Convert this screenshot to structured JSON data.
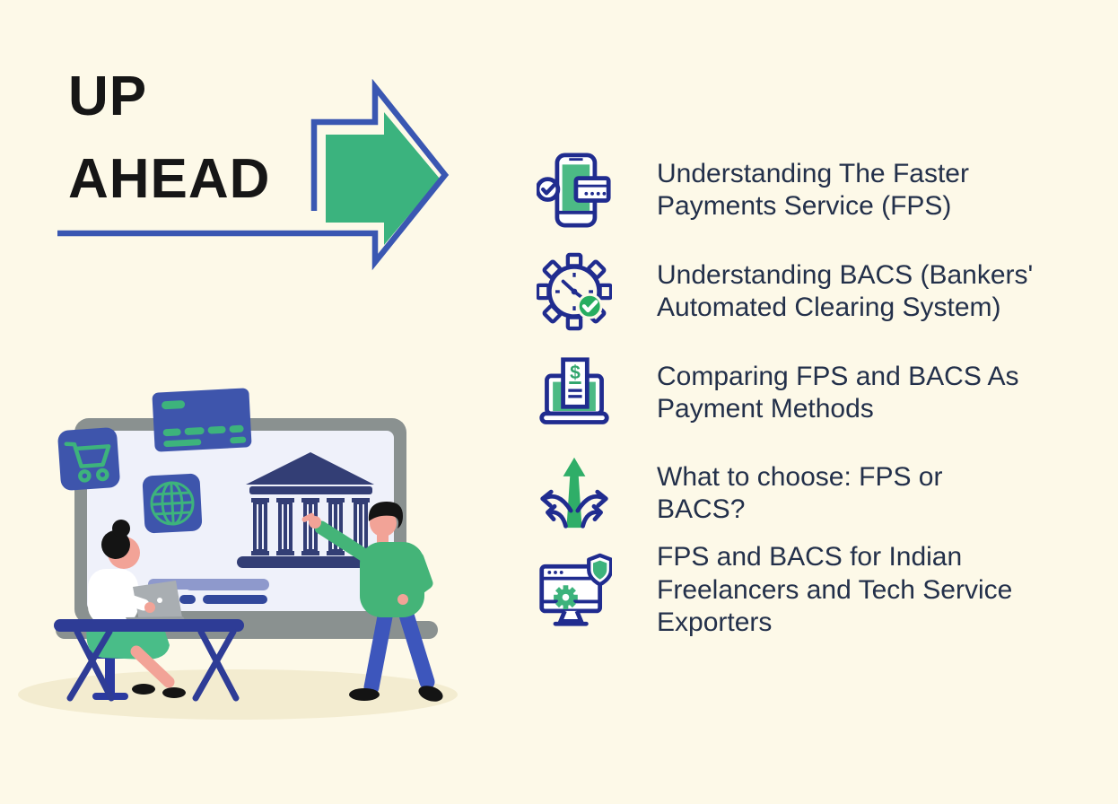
{
  "page": {
    "background_color": "#FDF9E8"
  },
  "header": {
    "title": "UP\nAHEAD",
    "arrow_icon": "forward-arrow",
    "accent_blue": "#3A57B2",
    "accent_green": "#3BB37E"
  },
  "agenda": {
    "text_color": "#23304A",
    "icon_navy": "#202C8F",
    "icon_green": "#4CBA85",
    "items": [
      {
        "icon": "mobile-payment-check-icon",
        "text": "Understanding The Faster\nPayments Service (FPS)"
      },
      {
        "icon": "gear-clock-check-icon",
        "text": "Understanding BACS (Bankers'\nAutomated Clearing System)"
      },
      {
        "icon": "laptop-invoice-icon",
        "text": "Comparing FPS and BACS As\nPayment Methods"
      },
      {
        "icon": "diverging-paths-icon",
        "text": "What to choose: FPS or\nBACS?"
      },
      {
        "icon": "secure-website-gear-icon",
        "text": "FPS and BACS for Indian\nFreelancers and Tech Service\nExporters"
      }
    ]
  },
  "illustration": {
    "name": "payments-presentation-scene",
    "elements": [
      "presentation-screen",
      "bank-building",
      "credit-card",
      "shopping-cart-badge",
      "globe-badge",
      "woman-at-laptop",
      "desk",
      "laptop",
      "stool",
      "presenter-man",
      "ground-shadow"
    ],
    "screen_gray": "#8A9190",
    "screen_fill": "#EFF1FA",
    "bank_navy": "#333E75",
    "badge_blue": "#3E55AC",
    "detail_green": "#3DB37C"
  }
}
